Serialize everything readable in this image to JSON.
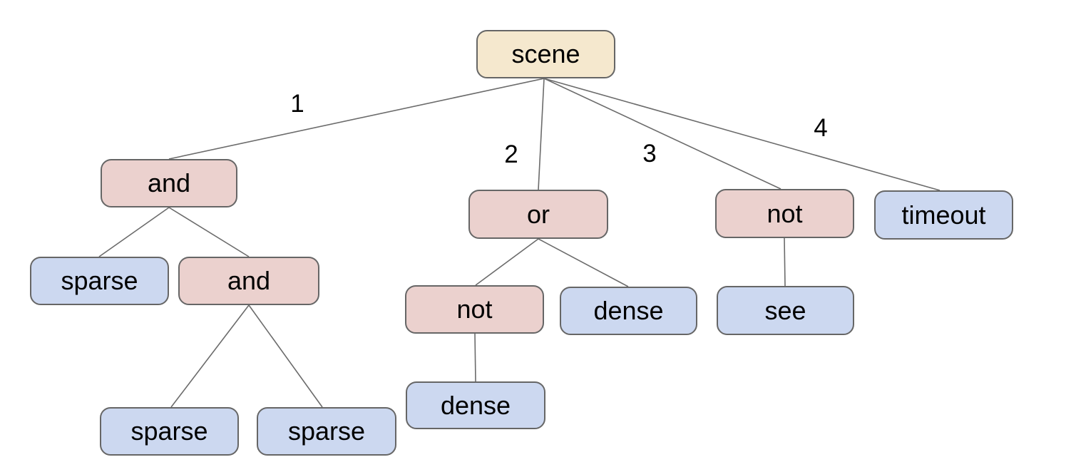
{
  "colors": {
    "scene_fill": "#f5e8ce",
    "operator_fill": "#ebd1ce",
    "leaf_fill": "#ccd8f0",
    "node_border": "#666666",
    "edge_line": "#6b6b6b",
    "text_color": "#000000",
    "background": "#ffffff"
  },
  "tree": {
    "label": "scene",
    "type": "scene",
    "children": [
      {
        "edge_label": "1",
        "label": "and",
        "type": "operator",
        "children": [
          {
            "label": "sparse",
            "type": "leaf"
          },
          {
            "label": "and",
            "type": "operator",
            "children": [
              {
                "label": "sparse",
                "type": "leaf"
              },
              {
                "label": "sparse",
                "type": "leaf"
              }
            ]
          }
        ]
      },
      {
        "edge_label": "2",
        "label": "or",
        "type": "operator",
        "children": [
          {
            "label": "not",
            "type": "operator",
            "children": [
              {
                "label": "dense",
                "type": "leaf"
              }
            ]
          },
          {
            "label": "dense",
            "type": "leaf"
          }
        ]
      },
      {
        "edge_label": "3",
        "label": "not",
        "type": "operator",
        "children": [
          {
            "label": "see",
            "type": "leaf"
          }
        ]
      },
      {
        "edge_label": "4",
        "label": "timeout",
        "type": "leaf"
      }
    ]
  }
}
